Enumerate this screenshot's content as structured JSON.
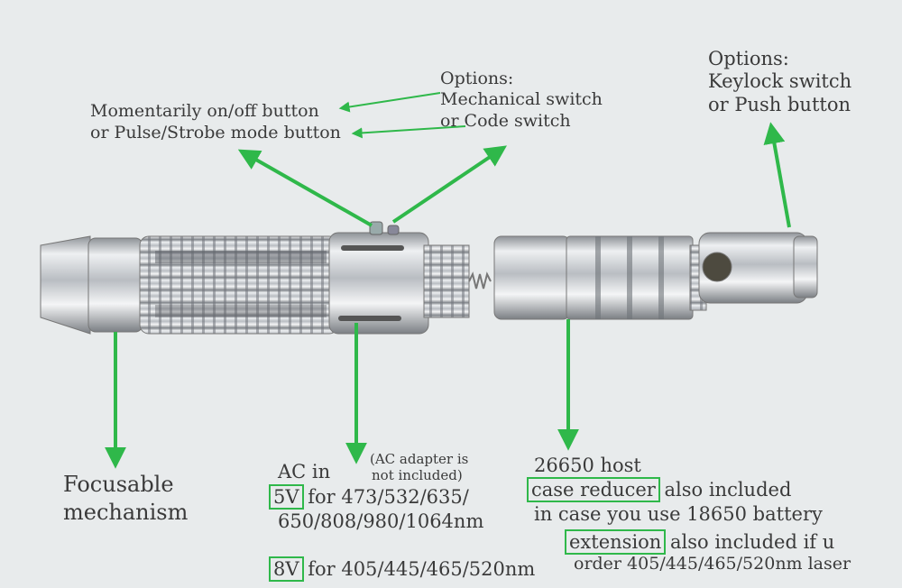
{
  "labels": {
    "button": [
      "Momentarily on/off button",
      "or Pulse/Strobe mode button"
    ],
    "switch_options": [
      "Options:",
      "Mechanical switch",
      "or Code switch"
    ],
    "tail_options": [
      "Options:",
      "Keylock switch",
      "or Push button"
    ],
    "focus": [
      "Focusable",
      "mechanism"
    ],
    "ac_in": "AC in",
    "ac_note": [
      "(AC adapter is",
      "not included)"
    ],
    "v5": "5V",
    "v5_text": " for 473/532/635/",
    "v5_text2": "650/808/980/1064nm",
    "v8": "8V",
    "v8_text": " for 405/445/465/520nm",
    "host": "26650 host",
    "reducer": "case reducer",
    "reducer_text": " also included",
    "reducer_text2": "in case you use 18650 battery",
    "extension": "extension",
    "extension_text": " also included if u",
    "extension_text2": "order 405/445/465/520nm laser"
  },
  "colors": {
    "arrow": "#2fb84a",
    "metal": "#c9ccd0",
    "bg": "#e8ebec"
  }
}
